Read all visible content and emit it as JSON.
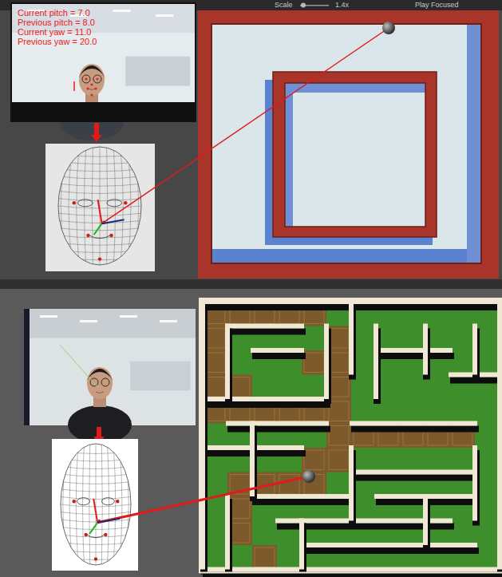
{
  "diagram": {
    "nodes": [
      {
        "text": [
          "Current pitch = 7.0",
          "Previous pitch = 8.0",
          "Current yaw = 11.0",
          "Previous yaw = 20.0"
        ]
      }
    ],
    "labels": [
      "Scale",
      "1.4x",
      "Play Focused"
    ]
  }
}
